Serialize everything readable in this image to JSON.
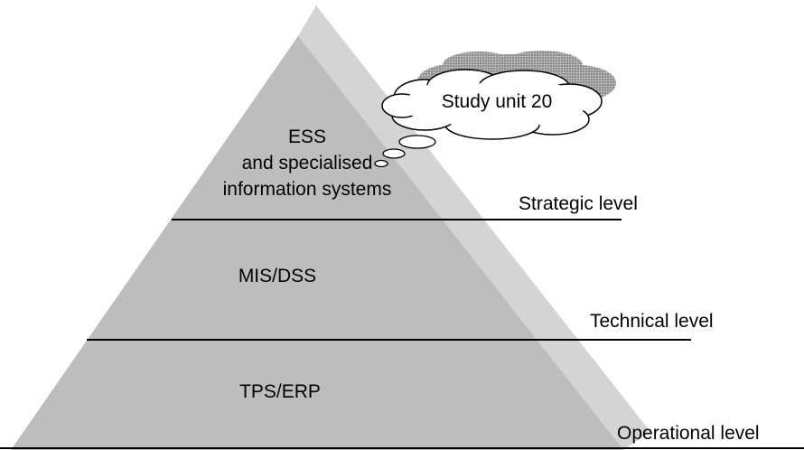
{
  "pyramid": {
    "tiers": [
      {
        "lines": [
          "ESS",
          "and specialised",
          "information systems"
        ]
      },
      {
        "lines": [
          "MIS/DSS"
        ]
      },
      {
        "lines": [
          "TPS/ERP"
        ]
      }
    ],
    "levels": [
      "Strategic level",
      "Technical level",
      "Operational level"
    ],
    "colors": {
      "front_face": "#bdbdbd",
      "side_face": "#d4d4d4",
      "cloud_fill": "#ffffff",
      "cloud_shadow": "#8a8a8a",
      "lines": "#000000"
    }
  },
  "callout": {
    "text": "Study unit 20"
  }
}
